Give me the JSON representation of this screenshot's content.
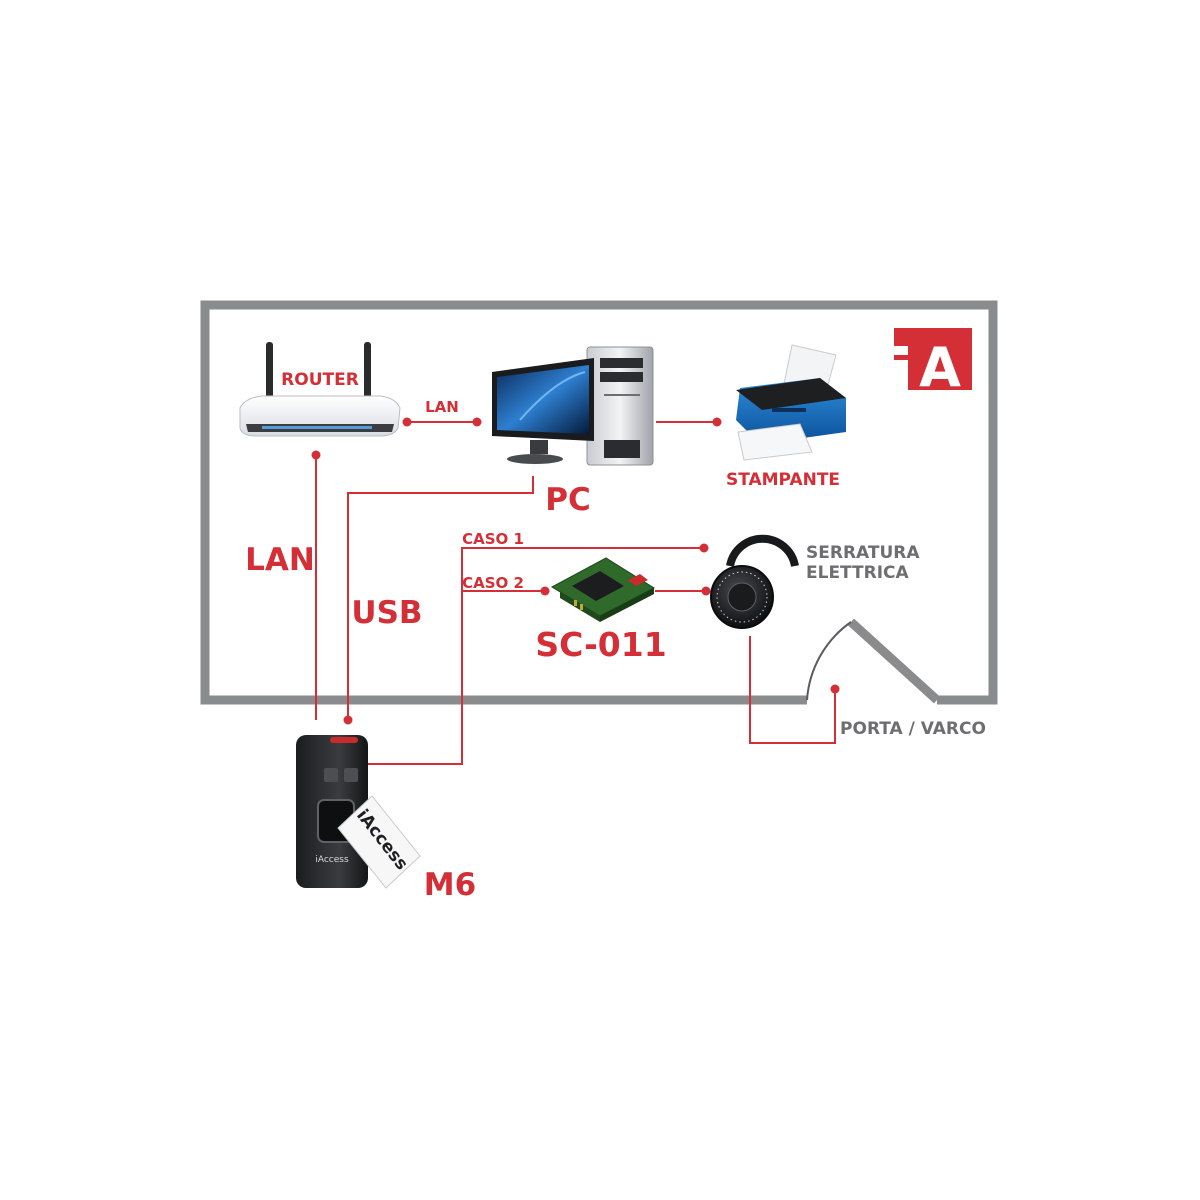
{
  "logo": {
    "text": "A",
    "color": "#d42e36"
  },
  "colors": {
    "accent": "#d42e36",
    "wall": "#8a8b8d",
    "label_gray": "#6d6e70"
  },
  "devices": {
    "router": "ROUTER",
    "pc": "PC",
    "printer": "STAMPANTE",
    "controller": "SC-011",
    "lock": [
      "SERRATURA",
      "ELETTRICA"
    ],
    "door": "PORTA / VARCO",
    "reader": "M6"
  },
  "links": {
    "router_pc": "LAN",
    "router_reader": "LAN",
    "pc_reader": "USB",
    "case1": "CASO 1",
    "case2": "CASO 2"
  },
  "card": {
    "brand": "iAccess",
    "reader_brand": "iAccess"
  }
}
